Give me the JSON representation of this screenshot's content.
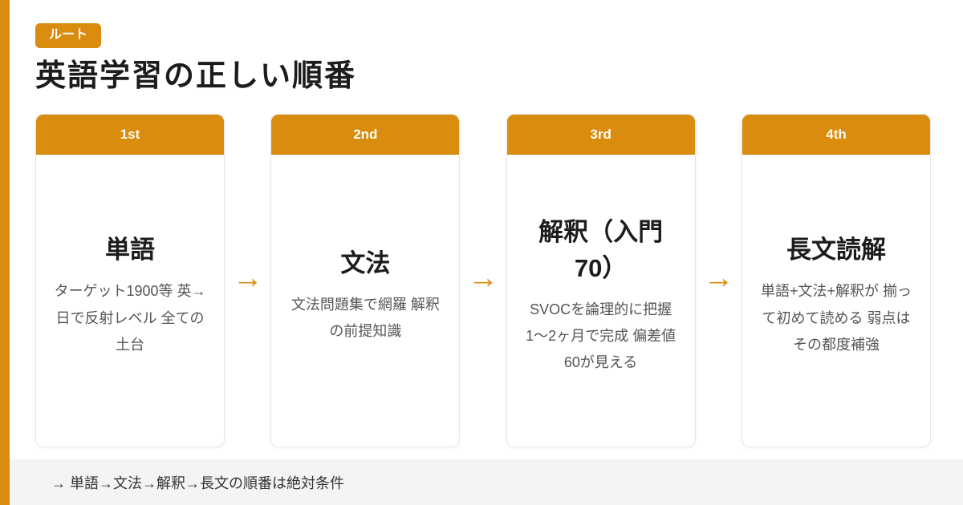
{
  "colors": {
    "accent": "#d98c0d",
    "footer_bg": "#f4f4f5",
    "heading_text": "#1c1c1c",
    "body_text": "#555555"
  },
  "badge": {
    "label": "ルート"
  },
  "title": "英語学習の正しい順番",
  "arrow_glyph": "→",
  "steps": [
    {
      "rank": "1st",
      "heading": "単語",
      "description": "ターゲット1900等 英→日で反射レベル 全ての土台"
    },
    {
      "rank": "2nd",
      "heading": "文法",
      "description": "文法問題集で網羅 解釈の前提知識"
    },
    {
      "rank": "3rd",
      "heading": "解釈（入門70）",
      "description": "SVOCを論理的に把握 1〜2ヶ月で完成 偏差値60が見える"
    },
    {
      "rank": "4th",
      "heading": "長文読解",
      "description": "単語+文法+解釈が 揃って初めて読める 弱点はその都度補強"
    }
  ],
  "footer": {
    "note": "→ 単語→文法→解釈→長文の順番は絶対条件"
  }
}
